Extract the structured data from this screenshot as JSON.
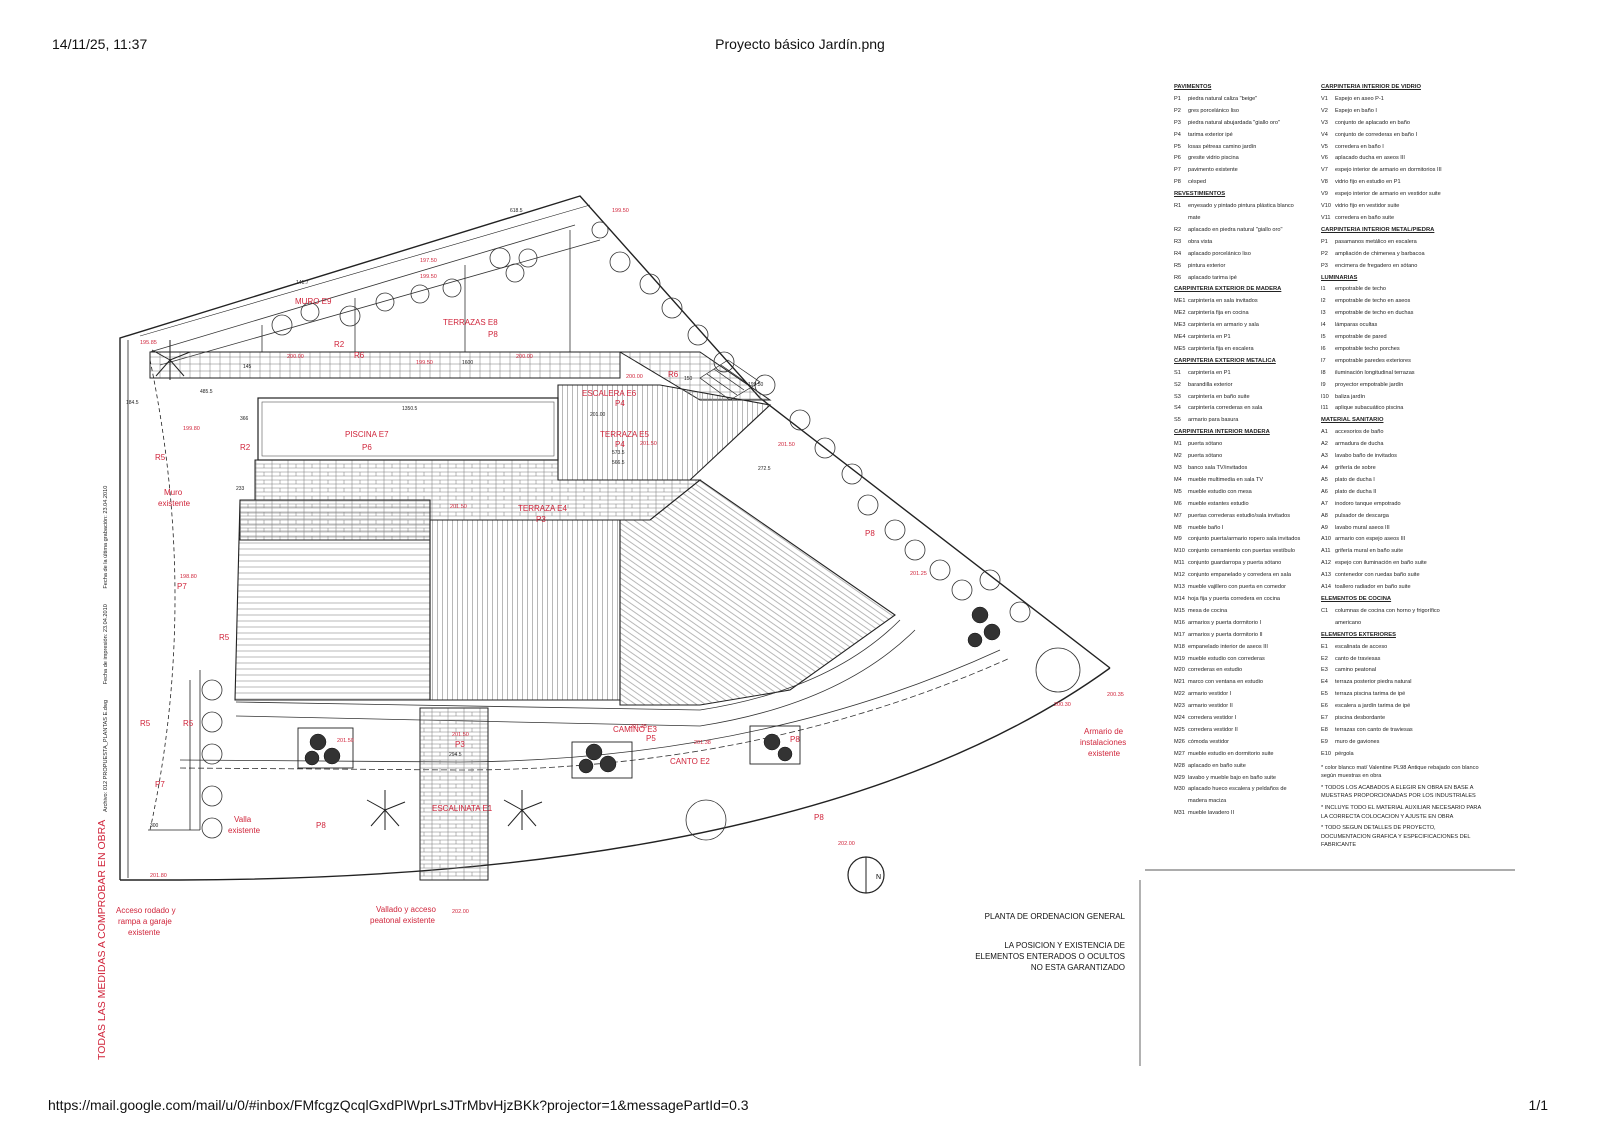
{
  "header": {
    "datetime": "14/11/25, 11:37",
    "title": "Proyecto básico Jardín.png"
  },
  "footer": {
    "url": "https://mail.google.com/mail/u/0/#inbox/FMfcgzQcqlGxdPlWprLsJTrMbvHjzBKk?projector=1&messagePartId=0.3",
    "page": "1/1"
  },
  "plan": {
    "labels": {
      "muro_e9": "MURO E9",
      "terrazas_e8": "TERRAZAS E8",
      "p8a": "P8",
      "r2a": "R2",
      "r6a": "R6",
      "r6b": "R6",
      "r2b": "R2",
      "escalera_e6": "ESCALERA E6",
      "p4a": "P4",
      "piscina": "PISCINA E7",
      "p6": "P6",
      "terraza_e5": "TERRAZA E5",
      "p4b": "P4",
      "r5a": "R5",
      "muro_existente_1": "Muro",
      "muro_existente_2": "existente",
      "p7a": "P7",
      "terraza_e4": "TERRAZA E4",
      "p3a": "P3",
      "r5b": "R5",
      "r5c": "R5",
      "r5d": "R5",
      "p7b": "P7",
      "p8b": "P8",
      "camino_e3": "CAMINO E3",
      "p5": "P5",
      "p8c": "P8",
      "p3b": "P3",
      "canto_e2": "CANTO E2",
      "valla_1": "Valla",
      "valla_2": "existente",
      "p8d": "P8",
      "escalinata": "ESCALINATA E1",
      "p8e": "P8",
      "armario_1": "Armario de",
      "armario_2": "instalaciones",
      "armario_3": "existente",
      "acceso_1": "Acceso rodado y",
      "acceso_2": "rampa a garaje",
      "acceso_3": "existente",
      "vallado_1": "Vallado y acceso",
      "vallado_2": "peatonal existente",
      "north": "N"
    },
    "dims": {
      "d1": "618.5",
      "d2": "141.7",
      "d3": "199.50",
      "d4": "197.50",
      "d5": "199.50",
      "d6": "199.50",
      "d7": "195.85",
      "d8": "200.00",
      "d9": "200.00",
      "d10": "184.5",
      "d11": "485.5",
      "d12": "1350.5",
      "d13": "1600",
      "d14": "200.00",
      "d15": "150",
      "d16": "199.50",
      "d17": "201.50",
      "d18": "272.5",
      "d19": "201.50",
      "d20": "199.80",
      "d21": "233",
      "d22": "201.50",
      "d23": "198.80",
      "d24": "201.25",
      "d25": "201.00",
      "d26": "201.50",
      "d27": "201.50",
      "d28": "201.38",
      "d29": "201.25",
      "d30": "294.5",
      "d31": "202.00",
      "d32": "201.80",
      "d33": "202.00",
      "d34": "200.30",
      "d35": "200.35",
      "d36": "300",
      "d37": "573.5",
      "d38": "566.5",
      "d39": "366",
      "d40": "145"
    }
  },
  "legend": {
    "pavimentos": {
      "title": "PAVIMENTOS",
      "items": [
        {
          "code": "P1",
          "text": "piedra natural caliza \"beige\""
        },
        {
          "code": "P2",
          "text": "gres porcelánico liso"
        },
        {
          "code": "P3",
          "text": "piedra natural abujardada \"giallo oro\""
        },
        {
          "code": "P4",
          "text": "tarima exterior ipé"
        },
        {
          "code": "P5",
          "text": "losas pétreas camino jardín"
        },
        {
          "code": "P6",
          "text": "gresite vidrio piscina"
        },
        {
          "code": "P7",
          "text": "pavimento existente"
        },
        {
          "code": "P8",
          "text": "césped"
        }
      ]
    },
    "revestimientos": {
      "title": "REVESTIMIENTOS",
      "items": [
        {
          "code": "R1",
          "text": "enyesado y pintado pintura plástica blanco"
        },
        {
          "code": "",
          "text": "mate"
        },
        {
          "code": "R2",
          "text": "aplacado en piedra natural \"giallo oro\""
        },
        {
          "code": "R3",
          "text": "obra vista"
        },
        {
          "code": "R4",
          "text": "aplacado porcelánico liso"
        },
        {
          "code": "R5",
          "text": "pintura exterior"
        },
        {
          "code": "R6",
          "text": "aplacado tarima ipé"
        }
      ]
    },
    "carp_ext_madera": {
      "title": "CARPINTERIA EXTERIOR DE MADERA",
      "items": [
        {
          "code": "ME1",
          "text": "carpintería en sala invitados"
        },
        {
          "code": "ME2",
          "text": "carpintería fija en cocina"
        },
        {
          "code": "ME3",
          "text": "carpintería en armario y sala"
        },
        {
          "code": "ME4",
          "text": "carpintería en P1"
        },
        {
          "code": "ME5",
          "text": "carpintería fija en escalera"
        }
      ]
    },
    "carp_ext_metalica": {
      "title": "CARPINTERIA EXTERIOR METALICA",
      "items": [
        {
          "code": "S1",
          "text": "carpintería en P1"
        },
        {
          "code": "S2",
          "text": "barandilla exterior"
        },
        {
          "code": "S3",
          "text": "carpintería en baño suite"
        },
        {
          "code": "S4",
          "text": "carpintería correderas en sala"
        },
        {
          "code": "S5",
          "text": "armario para basura"
        }
      ]
    },
    "carp_int_madera": {
      "title": "CARPINTERIA INTERIOR MADERA",
      "items": [
        {
          "code": "M1",
          "text": "puerta sótano"
        },
        {
          "code": "M2",
          "text": "puerta sótano"
        },
        {
          "code": "M3",
          "text": "banco sala TV/invitados"
        },
        {
          "code": "M4",
          "text": "mueble multimedia en sala TV"
        },
        {
          "code": "M5",
          "text": "mueble estudio con mesa"
        },
        {
          "code": "M6",
          "text": "mueble estantes estudio"
        },
        {
          "code": "M7",
          "text": "puertas correderas estudio/sala invitados"
        },
        {
          "code": "M8",
          "text": "mueble baño I"
        },
        {
          "code": "M9",
          "text": "conjunto puerta/armario ropero sala invitados"
        },
        {
          "code": "M10",
          "text": "conjunto cerramiento con puertas vestíbulo"
        },
        {
          "code": "M11",
          "text": "conjunto guardarropa y puerta sótano"
        },
        {
          "code": "M12",
          "text": "conjunto empanelado y corredera en sala"
        },
        {
          "code": "M13",
          "text": "mueble vajillero con puerta en comedor"
        },
        {
          "code": "M14",
          "text": "hoja fija y puerta corredera en cocina"
        },
        {
          "code": "M15",
          "text": "mesa de cocina"
        },
        {
          "code": "M16",
          "text": "armarios y puerta dormitorio I"
        },
        {
          "code": "M17",
          "text": "armarios y puerta dormitorio II"
        },
        {
          "code": "M18",
          "text": "empanelado interior de aseos III"
        },
        {
          "code": "M19",
          "text": "mueble estudio con correderas"
        },
        {
          "code": "M20",
          "text": "correderas en estudio"
        },
        {
          "code": "M21",
          "text": "marco con ventana en estudio"
        },
        {
          "code": "M22",
          "text": "armario vestidor I"
        },
        {
          "code": "M23",
          "text": "armario vestidor II"
        },
        {
          "code": "M24",
          "text": "corredera vestidor I"
        },
        {
          "code": "M25",
          "text": "corredera vestidor II"
        },
        {
          "code": "M26",
          "text": "cómoda vestidor"
        },
        {
          "code": "M27",
          "text": "mueble estudio en dormitorio suite"
        },
        {
          "code": "M28",
          "text": "aplacado en baño suite"
        },
        {
          "code": "M29",
          "text": "lavabo y mueble bajo en baño suite"
        },
        {
          "code": "M30",
          "text": "aplacado hueco escalera y peldaños de"
        },
        {
          "code": "",
          "text": "madera maciza"
        },
        {
          "code": "M31",
          "text": "mueble lavadero II"
        }
      ]
    },
    "carp_int_vidrio": {
      "title": "CARPINTERIA INTERIOR DE VIDRIO",
      "items": [
        {
          "code": "V1",
          "text": "Espejo en aseo P-1"
        },
        {
          "code": "V2",
          "text": "Espejo en baño I"
        },
        {
          "code": "V3",
          "text": "conjunto de aplacado en baño"
        },
        {
          "code": "V4",
          "text": "conjunto de correderas en baño I"
        },
        {
          "code": "V5",
          "text": "corredera en baño I"
        },
        {
          "code": "V6",
          "text": "aplacado ducha en aseos III"
        },
        {
          "code": "V7",
          "text": "espejo interior de armario en dormitorios III"
        },
        {
          "code": "V8",
          "text": "vidrio fijo en estudio en P1"
        },
        {
          "code": "V9",
          "text": "espejo interior de armario en vestidor suite"
        },
        {
          "code": "V10",
          "text": "vidrio fijo en vestidor suite"
        },
        {
          "code": "V11",
          "text": "corredera en baño suite"
        }
      ]
    },
    "carp_int_metal": {
      "title": "CARPINTERIA INTERIOR METAL/PIEDRA",
      "items": [
        {
          "code": "P1",
          "text": "pasamanos metálico en escalera"
        },
        {
          "code": "P2",
          "text": "ampliación de chimenea y barbacoa"
        },
        {
          "code": "P3",
          "text": "encimera de fregadero en sótano"
        }
      ]
    },
    "luminarias": {
      "title": "LUMINARIAS",
      "items": [
        {
          "code": "I1",
          "text": "empotrable de techo"
        },
        {
          "code": "I2",
          "text": "empotrable de techo en aseos"
        },
        {
          "code": "I3",
          "text": "empotrable de techo en duchas"
        },
        {
          "code": "I4",
          "text": "lámparas ocultas"
        },
        {
          "code": "I5",
          "text": "empotrable de pared"
        },
        {
          "code": "I6",
          "text": "empotrable techo porches"
        },
        {
          "code": "I7",
          "text": "empotrable paredes exteriores"
        },
        {
          "code": "I8",
          "text": "iluminación longitudinal terrazas"
        },
        {
          "code": "I9",
          "text": "proyector empotrable jardín"
        },
        {
          "code": "I10",
          "text": "baliza jardín"
        },
        {
          "code": "I11",
          "text": "aplique subacuático piscina"
        }
      ]
    },
    "material_sanitario": {
      "title": "MATERIAL SANITARIO",
      "items": [
        {
          "code": "A1",
          "text": "accesorios de baño"
        },
        {
          "code": "A2",
          "text": "armadura de ducha"
        },
        {
          "code": "A3",
          "text": "lavabo baño de invitados"
        },
        {
          "code": "A4",
          "text": "grifería de sobre"
        },
        {
          "code": "A5",
          "text": "plato de ducha I"
        },
        {
          "code": "A6",
          "text": "plato de ducha II"
        },
        {
          "code": "A7",
          "text": "inodoro tanque empotrado"
        },
        {
          "code": "A8",
          "text": "pulsador de descarga"
        },
        {
          "code": "A9",
          "text": "lavabo mural aseos III"
        },
        {
          "code": "A10",
          "text": "armario con espejo aseos III"
        },
        {
          "code": "A11",
          "text": "grifería mural en baño suite"
        },
        {
          "code": "A12",
          "text": "espejo con iluminación en baño suite"
        },
        {
          "code": "A13",
          "text": "contenedor con ruedas baño suite"
        },
        {
          "code": "A14",
          "text": "toallero radiador en baño suite"
        }
      ]
    },
    "elementos_cocina": {
      "title": "ELEMENTOS DE COCINA",
      "items": [
        {
          "code": "C1",
          "text": "columnas de cocina con horno y frigorífico"
        },
        {
          "code": "",
          "text": "americano"
        }
      ]
    },
    "elementos_exteriores": {
      "title": "ELEMENTOS EXTERIORES",
      "items": [
        {
          "code": "E1",
          "text": "escalinata de acceso"
        },
        {
          "code": "E2",
          "text": "canto de traviesas"
        },
        {
          "code": "E3",
          "text": "camino peatonal"
        },
        {
          "code": "E4",
          "text": "terraza posterior piedra natural"
        },
        {
          "code": "E5",
          "text": "terraza piscina tarima de ipé"
        },
        {
          "code": "E6",
          "text": "escalera a jardín tarima de ipé"
        },
        {
          "code": "E7",
          "text": "piscina desbordante"
        },
        {
          "code": "E8",
          "text": "terrazas con canto de traviesas"
        },
        {
          "code": "E9",
          "text": "muro de gaviones"
        },
        {
          "code": "E10",
          "text": "pérgola"
        }
      ]
    },
    "notes": [
      "* color blanco mat/ Valentine PL98 Antique rebajado con blanco según muestras en obra",
      "* TODOS LOS ACABADOS A ELEGIR EN OBRA EN BASE A MUESTRAS PROPORCIONADAS POR LOS INDUSTRIALES",
      "* INCLUYE TODO EL MATERIAL AUXILIAR NECESARIO PARA LA CORRECTA COLOCACION Y AJUSTE EN OBRA",
      "* TODO SEGUN DETALLES DE PROYECTO, DOCUMENTACION GRAFICA Y ESPECIFICACIONES DEL FABRICANTE"
    ]
  },
  "title_block": {
    "planta": "PLANTA DE ORDENACION GENERAL",
    "note": [
      "LA POSICION Y EXISTENCIA DE",
      "ELEMENTOS ENTERADOS O OCULTOS",
      "NO ESTA GARANTIZADO"
    ]
  },
  "sidebar": {
    "warning": "TODAS LAS MEDIDAS A COMPROBAR EN OBRA",
    "archivo": "Archivo:  012 PROPUESTA_PLANTAS E.dwg",
    "impresion": "Fecha de impresión:  23.04.2010",
    "grabacion": "Fecha de la última grabación:  23.04.2010"
  },
  "colors": {
    "red": "#d0253b",
    "line": "#222222",
    "hatch": "#666666"
  }
}
